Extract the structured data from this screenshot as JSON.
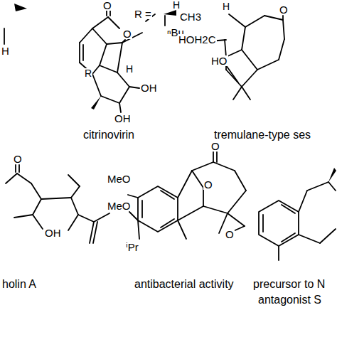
{
  "diagram": {
    "labels": [
      "H",
      "O",
      "O",
      "R =",
      "H",
      "CH3",
      "ⁿBu",
      "R",
      "H",
      "OH",
      "OH",
      "citrinovirin",
      "H",
      "O",
      "HOH2C",
      "HO",
      "tremulane-type ses",
      "O",
      "OH",
      "holin A",
      "MeO",
      "MeO",
      "ⁱPr",
      "O",
      "O",
      "O",
      "antibacterial activity",
      "precursor to N",
      "antagonist S"
    ]
  }
}
